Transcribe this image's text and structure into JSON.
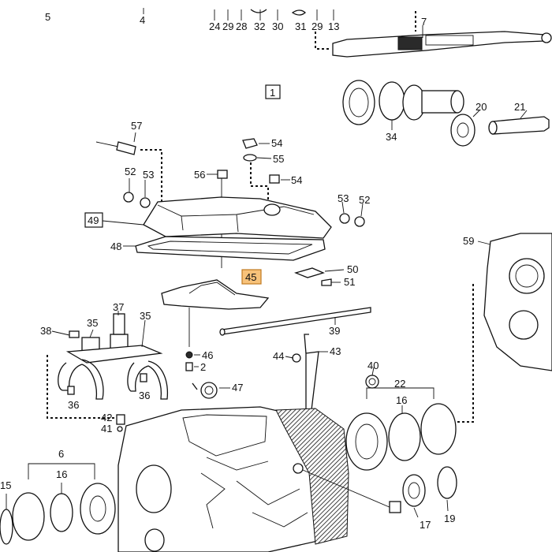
{
  "labels": {
    "l5": "5",
    "l4": "4",
    "l24": "24",
    "l29a": "29",
    "l28": "28",
    "l32": "32",
    "l30": "30",
    "l31": "31",
    "l29b": "29",
    "l13": "13",
    "l7": "7",
    "l1": "1",
    "l34": "34",
    "l20": "20",
    "l21": "21",
    "l57": "57",
    "l52a": "52",
    "l53a": "53",
    "l56": "56",
    "l54a": "54",
    "l55": "55",
    "l54b": "54",
    "l53b": "53",
    "l52b": "52",
    "l49": "49",
    "l48": "48",
    "l59": "59",
    "l50": "50",
    "l51": "51",
    "l45": "45",
    "l37": "37",
    "l38": "38",
    "l35a": "35",
    "l35b": "35",
    "l39": "39",
    "l44": "44",
    "l43": "43",
    "l46": "46",
    "l2": "2",
    "l36a": "36",
    "l36b": "36",
    "l47": "47",
    "l40": "40",
    "l22": "22",
    "l16a": "16",
    "l42": "42",
    "l41": "41",
    "l6": "6",
    "l16b": "16",
    "l15": "15",
    "l17": "17",
    "l19": "19"
  },
  "colors": {
    "highlight_fill": "#f7c27a",
    "highlight_stroke": "#c07a20",
    "line": "#111111"
  }
}
